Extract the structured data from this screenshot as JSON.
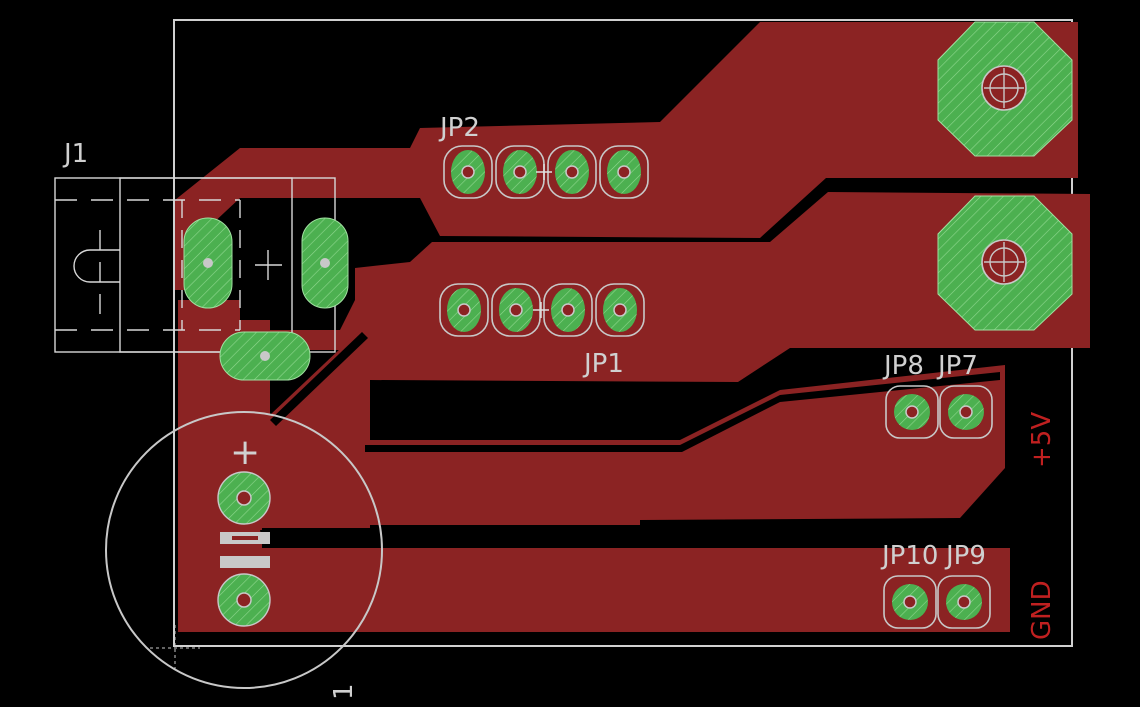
{
  "colors": {
    "background": "#000000",
    "copper": "#8b2323",
    "pad": "#4cb050",
    "silk": "#c8c8c8",
    "label_red": "#c02020"
  },
  "labels": {
    "j1": "J1",
    "jp1": "JP1",
    "jp2": "JP2",
    "jp7": "JP7",
    "jp8": "JP8",
    "jp9": "JP9",
    "jp10": "JP10",
    "plus5v": "+5V",
    "gnd": "GND",
    "cap_plus": "+",
    "cap_one": "1"
  }
}
